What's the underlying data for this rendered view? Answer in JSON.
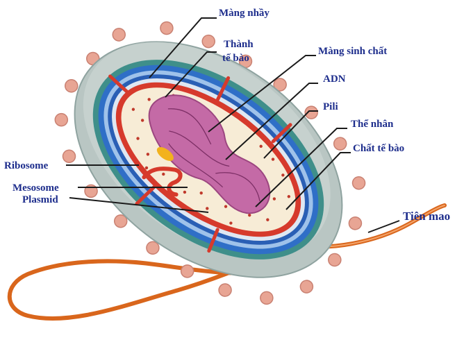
{
  "labels": {
    "mang_nhay": "Màng nhầy",
    "thanh_te_bao_line1": "Thành",
    "thanh_te_bao_line2": "tế bào",
    "mang_sinh_chat": "Màng sinh chất",
    "adn": "ADN",
    "pili": "Pili",
    "the_nhan": "Thể nhân",
    "chat_te_bao": "Chất tế bào",
    "ribosome": "Ribosome",
    "mesosome": "Mesosome",
    "plasmid": "Plasmid",
    "tien_mao": "Tiên mao"
  },
  "colors": {
    "label_text": "#1d2d8c",
    "capsule": "#b9c6c3",
    "cell_wall": "#2f6fc7",
    "membrane_red": "#d63a2c",
    "cytoplasm": "#f7ecd6",
    "nucleoid": "#c46aa6",
    "plasmid": "#f2b21d",
    "flagellum": "#d9661c",
    "pili_knobs": "#e8a594"
  }
}
